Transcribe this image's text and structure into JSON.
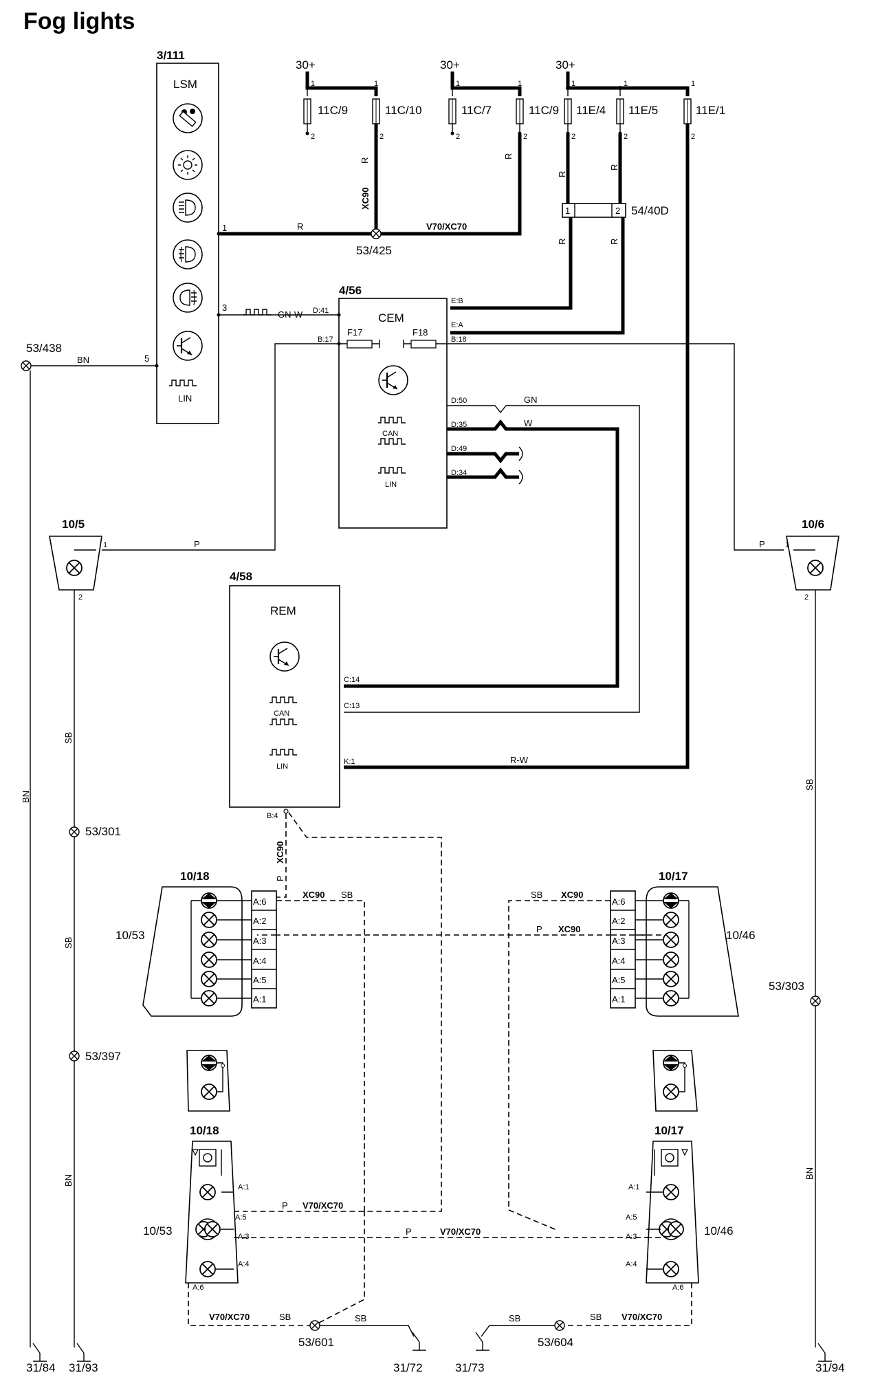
{
  "title": "Fog lights",
  "components": {
    "lsm": {
      "id": "3/111",
      "name": "LSM",
      "lin": "LIN"
    },
    "cem": {
      "id": "4/56",
      "name": "CEM",
      "can": "CAN",
      "lin": "LIN"
    },
    "rem": {
      "id": "4/58",
      "name": "REM",
      "can": "CAN",
      "lin": "LIN"
    },
    "relay": {
      "id": "54/40D",
      "pin1": "1",
      "pin2": "2"
    },
    "fog_left": {
      "id": "10/5"
    },
    "fog_right": {
      "id": "10/6"
    },
    "rear_left_xc90": {
      "id": "10/18",
      "ref": "10/53"
    },
    "rear_right_xc90": {
      "id": "10/17",
      "ref": "10/46"
    },
    "rear_left_v70": {
      "id": "10/18",
      "ref": "10/53"
    },
    "rear_right_v70": {
      "id": "10/17",
      "ref": "10/46"
    }
  },
  "supply": [
    "30+",
    "30+",
    "30+"
  ],
  "fuses": [
    "11C/9",
    "11C/10",
    "11C/7",
    "11C/9",
    "11E/4",
    "11E/5",
    "11E/1"
  ],
  "fuse_pins": {
    "top": "1",
    "bottom": "2"
  },
  "cem_fuses": [
    "F17",
    "F18"
  ],
  "splices": [
    "53/425",
    "53/438",
    "53/301",
    "53/397",
    "53/303",
    "53/601",
    "53/604"
  ],
  "grounds": [
    "31/84",
    "31/93",
    "31/72",
    "31/73",
    "31/94"
  ],
  "wire_colors": {
    "r": "R",
    "bn": "BN",
    "gnw": "GN-W",
    "p": "P",
    "sb": "SB",
    "gn": "GN",
    "w": "W",
    "rw": "R-W"
  },
  "variants": {
    "xc90": "XC90",
    "v70": "V70/XC70"
  },
  "pins": {
    "lsm": [
      "1",
      "3",
      "5"
    ],
    "cem": [
      "D:41",
      "B:17",
      "E:B",
      "E:A",
      "B:18",
      "D:50",
      "D:35",
      "D:49",
      "D:34"
    ],
    "rem": [
      "C:14",
      "C:13",
      "K:1",
      "B:4"
    ],
    "fog": [
      "1",
      "2"
    ],
    "rear_xc90": [
      "A:6",
      "A:2",
      "A:3",
      "A:4",
      "A:5",
      "A:1"
    ],
    "rear_v70_left": [
      "A:1",
      "A:5",
      "A:3",
      "A:4",
      "A:6"
    ],
    "rear_v70_right": [
      "A:1",
      "A:5",
      "A:3",
      "A:4",
      "A:6"
    ]
  }
}
